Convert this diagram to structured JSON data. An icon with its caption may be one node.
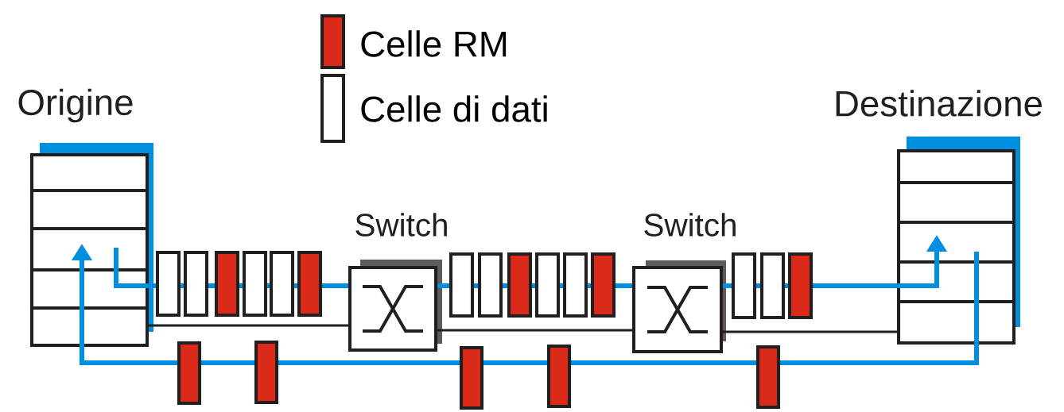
{
  "diagram": {
    "nodes": [
      {
        "text": [
          "Origine"
        ]
      },
      {
        "text": [
          "Switch"
        ]
      },
      {
        "text": [
          "Switch"
        ]
      },
      {
        "text": [
          "Destinazione"
        ]
      }
    ],
    "edges": [
      {
        "from": 0,
        "to": 1,
        "arrow": "none"
      },
      {
        "from": 1,
        "to": 2,
        "arrow": "none"
      },
      {
        "from": 2,
        "to": 3,
        "arrow": "to"
      },
      {
        "from": 3,
        "to": 0,
        "arrow": "to"
      },
      {
        "from": 0,
        "to": 1,
        "arrow": "none",
        "color": "#231f20"
      },
      {
        "from": 1,
        "to": 2,
        "arrow": "none",
        "color": "#231f20"
      },
      {
        "from": 2,
        "to": 3,
        "arrow": "none",
        "color": "#231f20"
      }
    ],
    "legend": [
      {
        "text": "Celle RM",
        "color": "#dc2a1a"
      },
      {
        "text": "Celle di dati"
      }
    ]
  }
}
